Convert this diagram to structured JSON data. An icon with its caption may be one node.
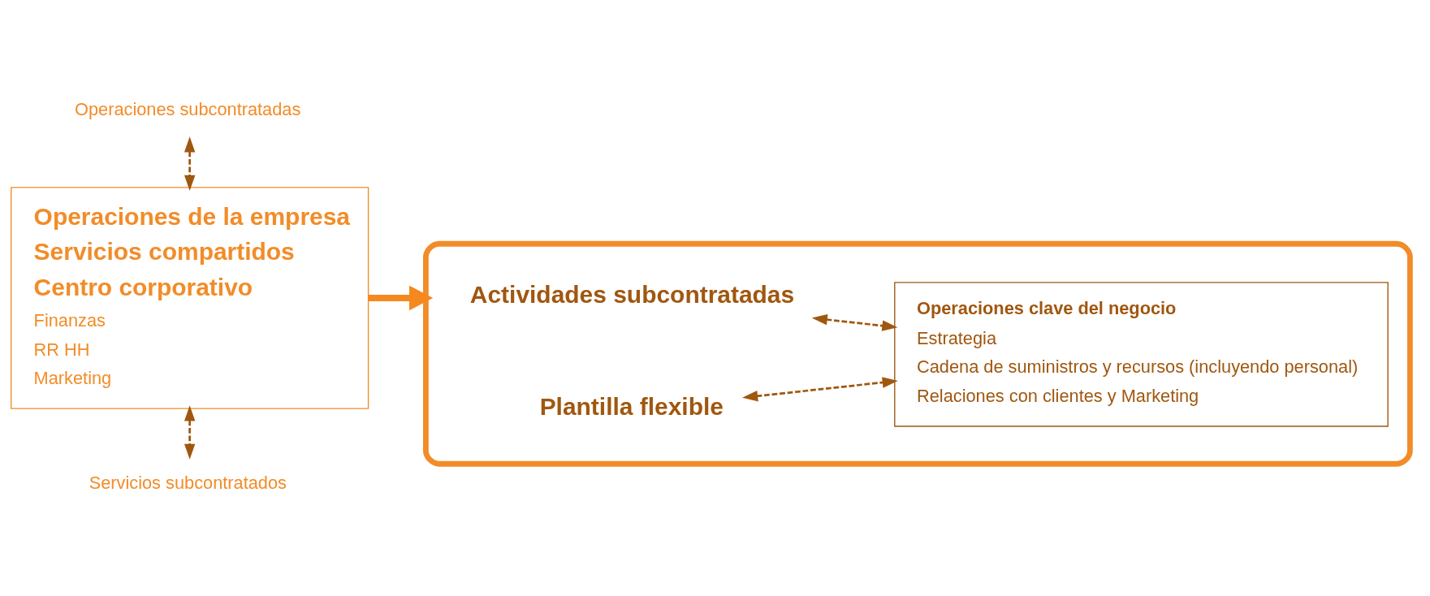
{
  "diagram": {
    "nodes": [
      {
        "text": [
          "Operaciones subcontratadas"
        ]
      },
      {
        "text": [
          "Operaciones de la empresa",
          "Servicios compartidos",
          "Centro corporativo",
          "Finanzas",
          "RR HH",
          "Marketing"
        ]
      },
      {
        "text": [
          "Servicios subcontratados"
        ]
      },
      {
        "text": [],
        "shape": "box"
      },
      {
        "text": [
          "Actividades subcontratadas"
        ],
        "in": 3
      },
      {
        "text": [
          "Plantilla flexible"
        ],
        "in": 3
      },
      {
        "text": [
          "Operaciones clave del negocio",
          "Estrategia",
          "Cadena de suministros y recursos (incluyendo personal)",
          "Relaciones con clientes y Marketing"
        ],
        "in": 3
      }
    ],
    "edges": [
      {
        "from": 0,
        "to": 1,
        "arrow": "both",
        "style": "dashed"
      },
      {
        "from": 1,
        "to": 2,
        "arrow": "both",
        "style": "dashed"
      },
      {
        "from": 1,
        "to": 3,
        "arrow": "to",
        "style": "thick",
        "color": "#f5891f"
      },
      {
        "from": 4,
        "to": 6,
        "arrow": "both",
        "style": "dashed"
      },
      {
        "from": 5,
        "to": 6,
        "arrow": "both",
        "style": "dashed"
      }
    ]
  }
}
